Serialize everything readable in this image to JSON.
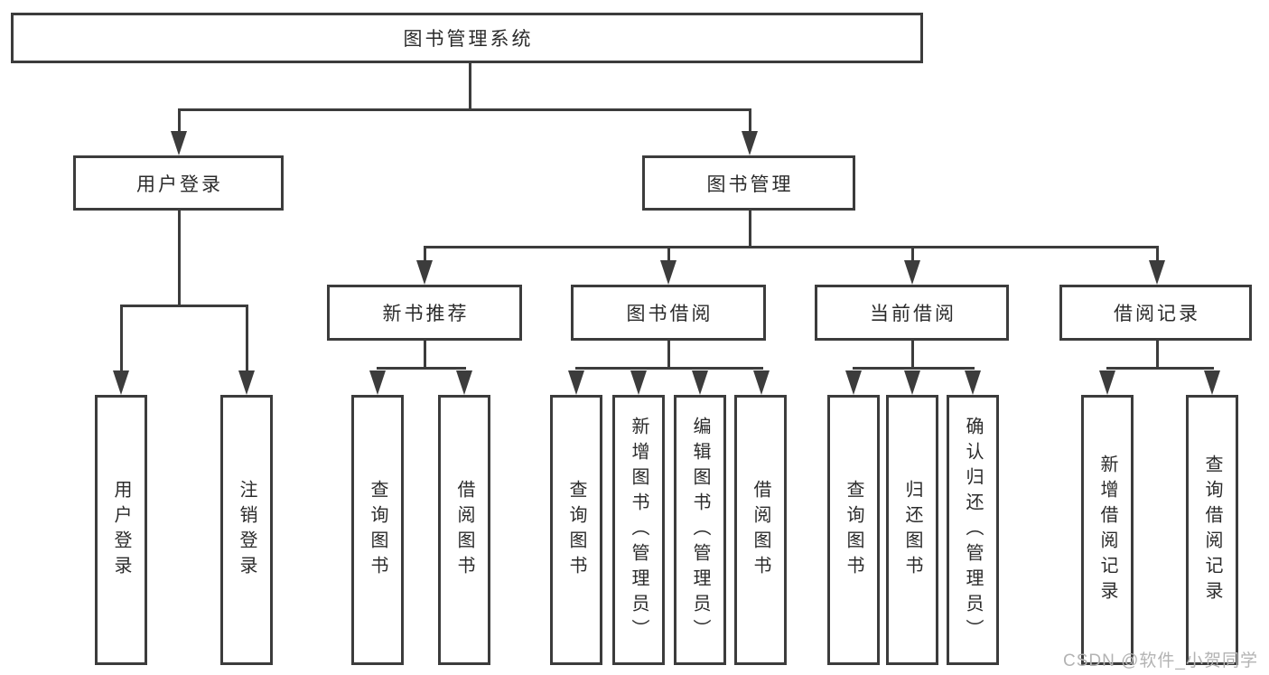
{
  "tree": {
    "label": "图书管理系统",
    "children": [
      {
        "label": "用户登录",
        "children": [
          {
            "label": "用户登录"
          },
          {
            "label": "注销登录"
          }
        ]
      },
      {
        "label": "图书管理",
        "children": [
          {
            "label": "新书推荐",
            "children": [
              {
                "label": "查询图书"
              },
              {
                "label": "借阅图书"
              }
            ]
          },
          {
            "label": "图书借阅",
            "children": [
              {
                "label": "查询图书"
              },
              {
                "label": "新增图书（管理员）"
              },
              {
                "label": "编辑图书（管理员）"
              },
              {
                "label": "借阅图书"
              }
            ]
          },
          {
            "label": "当前借阅",
            "children": [
              {
                "label": "查询图书"
              },
              {
                "label": "归还图书"
              },
              {
                "label": "确认归还（管理员）"
              }
            ]
          },
          {
            "label": "借阅记录",
            "children": [
              {
                "label": "新增借阅记录"
              },
              {
                "label": "查询借阅记录"
              }
            ]
          }
        ]
      }
    ]
  },
  "watermark": {
    "text": "CSDN @软件_小贺同学"
  },
  "colors": {
    "line": "#3c3c3c",
    "text": "#2b2b2b",
    "watermark": "#b3b3b3",
    "background": "#ffffff"
  }
}
